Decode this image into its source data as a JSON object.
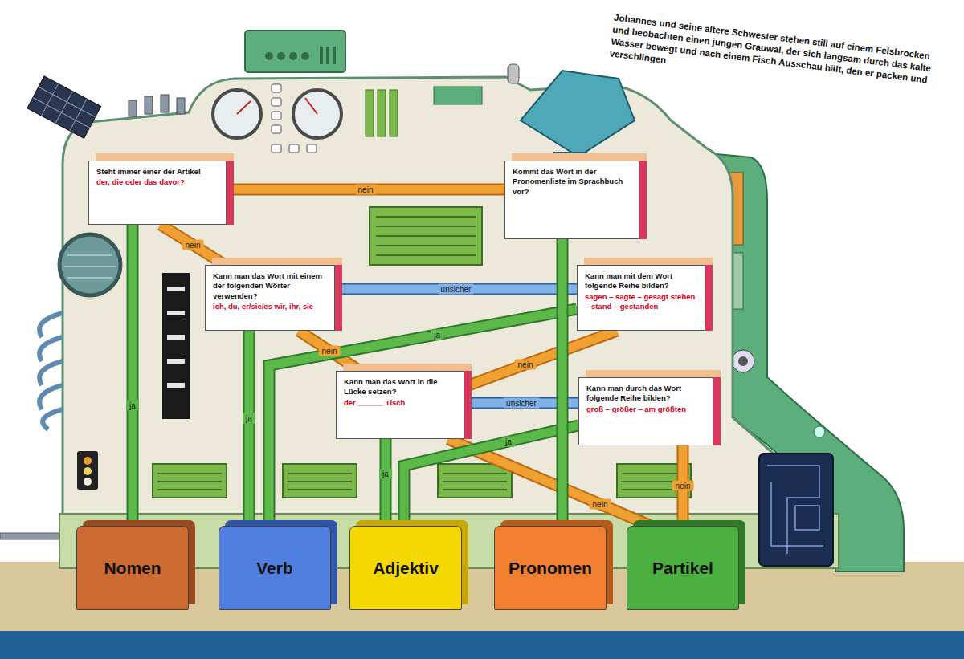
{
  "diagram": {
    "nodes": [
      {
        "text": [
          "Steht immer einer der Artikel",
          "der, die oder das davor?"
        ]
      },
      {
        "text": [
          "Kommt das Wort in der Pronomenliste im Sprachbuch vor?"
        ]
      },
      {
        "text": [
          "Kann man das Wort mit einem der folgenden Wörter verwenden?",
          "ich, du, er/sie/es wir, ihr, sie"
        ]
      },
      {
        "text": [
          "Kann man mit dem Wort folgende Reihe bilden?",
          "sagen – sagte – gesagt stehen – stand – gestanden"
        ]
      },
      {
        "text": [
          "Kann man das Wort in die Lücke setzen?",
          "der ______ Tisch"
        ]
      },
      {
        "text": [
          "Kann man durch das Wort folgende Reihe bilden?",
          "groß – größer – am größten"
        ]
      },
      {
        "text": [
          "Nomen"
        ]
      },
      {
        "text": [
          "Verb"
        ]
      },
      {
        "text": [
          "Adjektiv"
        ]
      },
      {
        "text": [
          "Pronomen"
        ]
      },
      {
        "text": [
          "Partikel"
        ]
      }
    ],
    "edges": [
      {
        "from": 0,
        "to": 6,
        "arrow": "none",
        "label": "ja"
      },
      {
        "from": 0,
        "to": 1,
        "arrow": "none",
        "label": "nein"
      },
      {
        "from": 0,
        "to": 2,
        "arrow": "none",
        "label": "nein"
      },
      {
        "from": 2,
        "to": 7,
        "arrow": "none",
        "label": "ja"
      },
      {
        "from": 2,
        "to": 3,
        "arrow": "none",
        "label": "unsicher"
      },
      {
        "from": 2,
        "to": 4,
        "arrow": "none",
        "label": "nein"
      },
      {
        "from": 3,
        "to": 7,
        "arrow": "none",
        "label": "ja"
      },
      {
        "from": 3,
        "to": 4,
        "arrow": "none",
        "label": "nein"
      },
      {
        "from": 4,
        "to": 8,
        "arrow": "none",
        "label": "ja"
      },
      {
        "from": 4,
        "to": 5,
        "arrow": "none",
        "label": "unsicher"
      },
      {
        "from": 4,
        "to": 10,
        "arrow": "none",
        "label": "nein"
      },
      {
        "from": 5,
        "to": 8,
        "arrow": "none",
        "label": "ja"
      },
      {
        "from": 5,
        "to": 10,
        "arrow": "none",
        "label": "nein"
      },
      {
        "from": 1,
        "to": 9,
        "arrow": "none"
      }
    ],
    "labels": [
      "Johannes und seine ältere Schwester stehen still auf einem Felsbrocken und beobachten einen jungen Grauwal, der sich langsam durch das kalte Wasser bewegt und nach einem Fisch Ausschau hält, den er packen und verschlingen"
    ]
  }
}
